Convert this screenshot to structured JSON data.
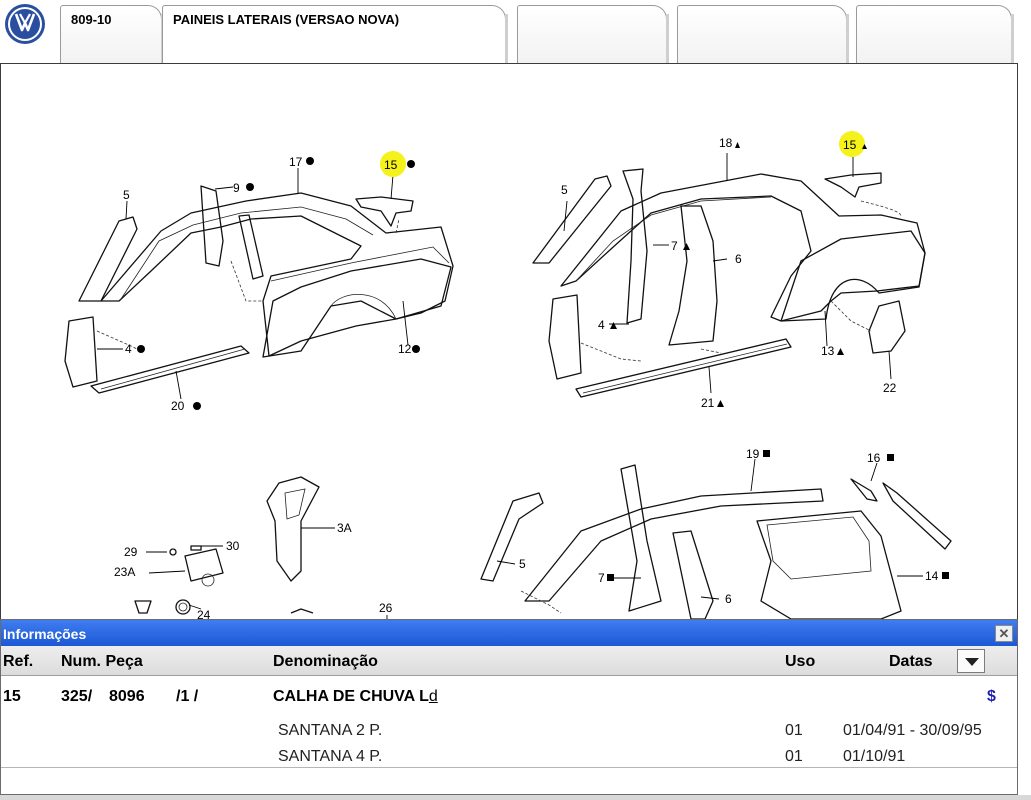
{
  "tabs": [
    {
      "label": "809-10",
      "active": false
    },
    {
      "label": "PAINEIS LATERAIS (VERSAO NOVA)",
      "active": true
    },
    {
      "label": ""
    },
    {
      "label": ""
    },
    {
      "label": ""
    }
  ],
  "logo": {
    "name": "volkswagen-logo"
  },
  "diagram": {
    "callouts": {
      "c5a": "5",
      "c9": "9",
      "c17": "17",
      "c15a": "15",
      "c4a": "4",
      "c12": "12",
      "c20": "20",
      "c5b": "5",
      "c18": "18",
      "c15b": "15",
      "c7a": "7",
      "c6a": "6",
      "c4b": "4",
      "c13": "13",
      "c21": "21",
      "c22": "22",
      "c19": "19",
      "c16": "16",
      "c3a": "3A",
      "c29": "29",
      "c30": "30",
      "c23a": "23A",
      "c24": "24",
      "c26": "26",
      "c5c": "5",
      "c7b": "7",
      "c6b": "6",
      "c14": "14"
    },
    "highlighted_ref": "15"
  },
  "info": {
    "title": "Informações",
    "close_label": "✕",
    "columns": {
      "ref": "Ref.",
      "part_number": "Num. Peça",
      "description": "Denominação",
      "usage": "Uso",
      "dates": "Datas"
    },
    "item": {
      "ref": "15",
      "part_number_a": "325/",
      "part_number_b": "8096",
      "part_number_c": "/1 /",
      "description": "CALHA DE CHUVA L",
      "description_suffix": "d",
      "price_icon": "$",
      "applications": [
        {
          "model": "SANTANA 2 P.",
          "usage": "01",
          "dates": "01/04/91 - 30/09/95"
        },
        {
          "model": "SANTANA 4 P.",
          "usage": "01",
          "dates": "01/10/91"
        }
      ]
    }
  },
  "colors": {
    "highlight": "#f5f11a",
    "title_bar": "#2563e0",
    "price": "#1f1fb0"
  }
}
